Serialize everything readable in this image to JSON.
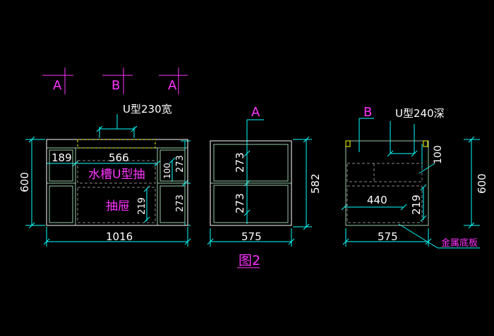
{
  "colors": {
    "background": "#000000",
    "dimension": "#00ffff",
    "outline": "#ffffff",
    "label": "#ff33ff",
    "hidden": "#ffff00",
    "inner": "#99ccaa",
    "text": "#ffffff"
  },
  "section_marks": {
    "mark_a_left": "A",
    "mark_b_top": "B",
    "mark_a_right": "A",
    "view_a": "A",
    "view_b": "B"
  },
  "front_view": {
    "cutout_note": "U型230宽",
    "dims": {
      "height": "600",
      "width": "1016",
      "left_col": "189",
      "center": "566",
      "upper": "273",
      "lower": "273",
      "shelf_100": "100",
      "drawer_219": "219"
    },
    "labels": {
      "sink_drawer": "水槽U型抽",
      "drawer": "抽屉"
    }
  },
  "side_view": {
    "dims": {
      "height": "582",
      "width": "575",
      "upper": "273",
      "lower": "273"
    }
  },
  "section_view": {
    "cutout_note": "U型240深",
    "dims": {
      "height": "600",
      "width": "575",
      "top": "100",
      "drawer_width": "440",
      "drawer_219": "219"
    },
    "metal_base_note": "金属底板"
  },
  "figure_title": "图2"
}
